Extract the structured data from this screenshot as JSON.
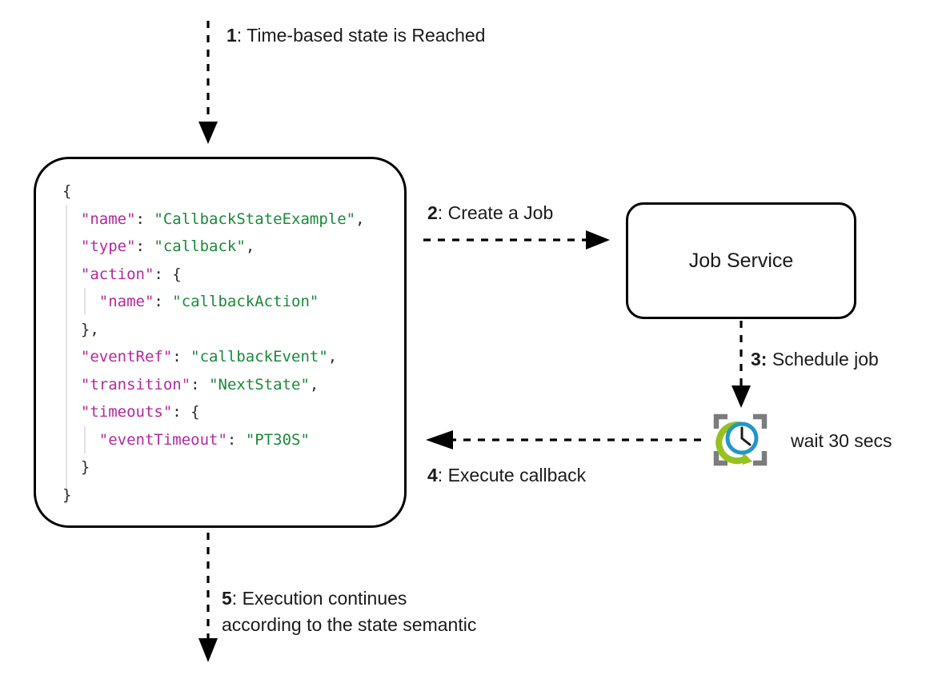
{
  "diagram": {
    "title": "Callback state with job service timing",
    "colors": {
      "stroke": "#000000",
      "json_key": "#b5299e",
      "json_string": "#1a8a3a",
      "json_punct": "#2b2b2b",
      "clock_bracket": "#7c7c7c",
      "clock_ring": "#2196c9",
      "clock_arc": "#97c11f",
      "background": "#ffffff"
    }
  },
  "state_box": {
    "name": "callback-state-definition",
    "code_lines": [
      {
        "indent": 0,
        "tokens": [
          {
            "t": "punct",
            "v": "{"
          }
        ]
      },
      {
        "indent": 1,
        "tokens": [
          {
            "t": "key",
            "v": "\"name\""
          },
          {
            "t": "punct",
            "v": ": "
          },
          {
            "t": "string",
            "v": "\"CallbackStateExample\""
          },
          {
            "t": "punct",
            "v": ","
          }
        ]
      },
      {
        "indent": 1,
        "tokens": [
          {
            "t": "key",
            "v": "\"type\""
          },
          {
            "t": "punct",
            "v": ": "
          },
          {
            "t": "string",
            "v": "\"callback\""
          },
          {
            "t": "punct",
            "v": ","
          }
        ]
      },
      {
        "indent": 1,
        "tokens": [
          {
            "t": "key",
            "v": "\"action\""
          },
          {
            "t": "punct",
            "v": ": {"
          }
        ]
      },
      {
        "indent": 2,
        "tokens": [
          {
            "t": "key",
            "v": "\"name\""
          },
          {
            "t": "punct",
            "v": ": "
          },
          {
            "t": "string",
            "v": "\"callbackAction\""
          }
        ]
      },
      {
        "indent": 1,
        "tokens": [
          {
            "t": "punct",
            "v": "},"
          }
        ]
      },
      {
        "indent": 1,
        "tokens": [
          {
            "t": "key",
            "v": "\"eventRef\""
          },
          {
            "t": "punct",
            "v": ": "
          },
          {
            "t": "string",
            "v": "\"callbackEvent\""
          },
          {
            "t": "punct",
            "v": ","
          }
        ]
      },
      {
        "indent": 1,
        "tokens": [
          {
            "t": "key",
            "v": "\"transition\""
          },
          {
            "t": "punct",
            "v": ": "
          },
          {
            "t": "string",
            "v": "\"NextState\""
          },
          {
            "t": "punct",
            "v": ","
          }
        ]
      },
      {
        "indent": 1,
        "tokens": [
          {
            "t": "key",
            "v": "\"timeouts\""
          },
          {
            "t": "punct",
            "v": ": {"
          }
        ]
      },
      {
        "indent": 2,
        "tokens": [
          {
            "t": "key",
            "v": "\"eventTimeout\""
          },
          {
            "t": "punct",
            "v": ": "
          },
          {
            "t": "string",
            "v": "\"PT30S\""
          }
        ]
      },
      {
        "indent": 1,
        "tokens": [
          {
            "t": "punct",
            "v": "}"
          }
        ]
      },
      {
        "indent": 0,
        "tokens": [
          {
            "t": "punct",
            "v": "}"
          }
        ]
      }
    ]
  },
  "service_box": {
    "label": "Job Service"
  },
  "clock": {
    "icon_name": "wait-clock-icon",
    "caption": "wait 30 secs"
  },
  "steps": [
    {
      "num": "1",
      "sep": ": ",
      "text": "Time-based state is Reached"
    },
    {
      "num": "2",
      "sep": ": ",
      "text": "Create a Job"
    },
    {
      "num": "3:",
      "sep": " ",
      "text": "Schedule job"
    },
    {
      "num": "4",
      "sep": ": ",
      "text": "Execute callback"
    },
    {
      "num": "5",
      "sep": ": ",
      "text": "Execution continues according to the state semantic"
    }
  ]
}
